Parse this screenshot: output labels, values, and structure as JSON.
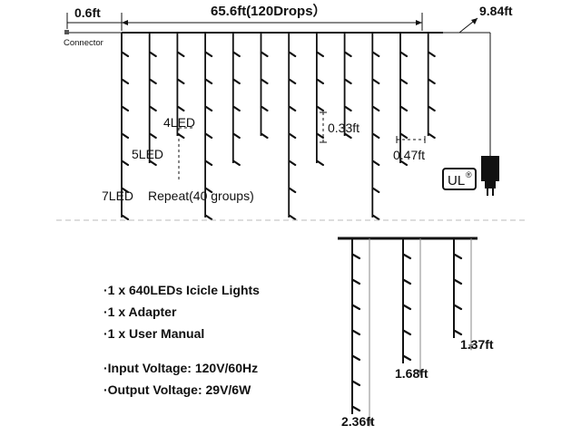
{
  "top_diagram": {
    "lead_length": "0.6ft",
    "total_length": "65.6ft(120Drops）",
    "cord_length": "9.84ft",
    "connector_label": "Connector",
    "label_4led": "4LED",
    "label_5led": "5LED",
    "label_7led": "7LED",
    "repeat_label": "Repeat(40 groups)",
    "led_spacing": "0.33ft",
    "drop_spacing": "0.47ft",
    "ul_mark": "UL",
    "registered_mark": "®",
    "drop_led_counts": [
      7,
      5,
      4,
      7,
      5,
      4,
      7,
      5,
      4,
      7,
      5,
      4
    ]
  },
  "package": {
    "items": [
      "·1 x 640LEDs Icicle Lights",
      "·1 x Adapter",
      "·1 x User Manual"
    ],
    "specs": [
      "·Input Voltage: 120V/60Hz",
      "·Output Voltage: 29V/6W"
    ]
  },
  "drop_diagram": {
    "drops": [
      {
        "length_label": "2.36ft",
        "led_count": 7
      },
      {
        "length_label": "1.68ft",
        "led_count": 5
      },
      {
        "length_label": "1.37ft",
        "led_count": 4
      }
    ]
  }
}
